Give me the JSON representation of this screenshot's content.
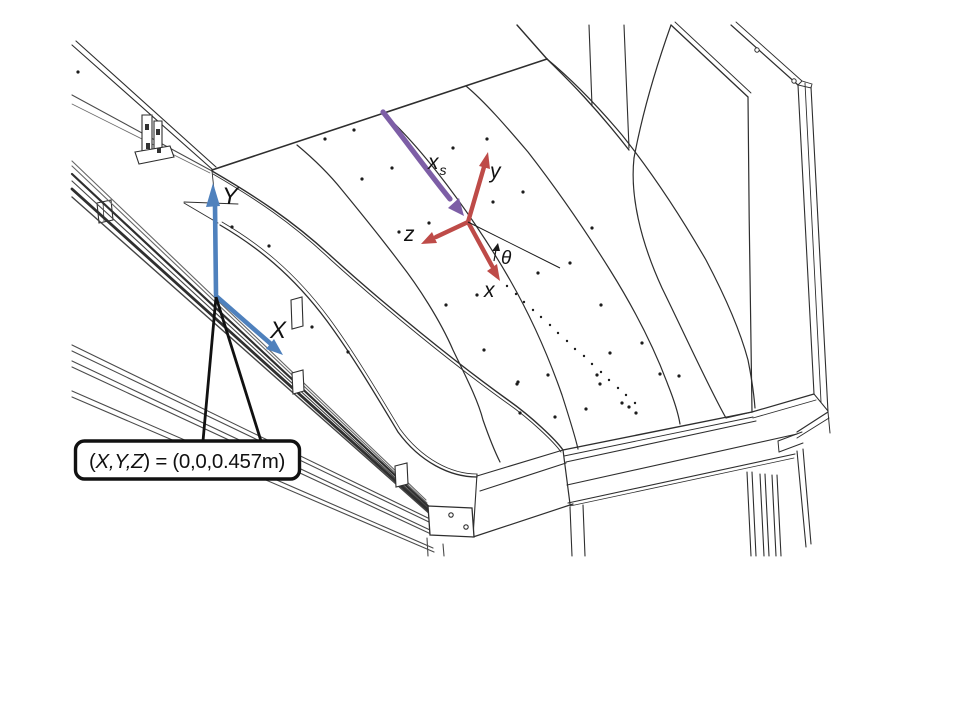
{
  "figure": {
    "type": "technical-line-drawing",
    "description": "Isometric CAD view of a wavy-wall test plate with coordinate systems",
    "background": "#ffffff",
    "colors": {
      "tunnel_axes_blue": "#4F81BD",
      "surface_axes_red": "#BE4B48",
      "flow_arrow_purple": "#7D5EA6",
      "drawing_line": "#2e2e2e",
      "callout_border": "#111111"
    },
    "labels": {
      "tunnel_y": "Y",
      "tunnel_x": "X",
      "xs_base": "x",
      "xs_sub": "s",
      "local_y": "y",
      "local_z": "z",
      "local_x": "x",
      "theta": "θ"
    },
    "callout": {
      "open": "(",
      "vars": "X,Y,Z",
      "rest": ") = (0,0,0.457m)"
    }
  }
}
